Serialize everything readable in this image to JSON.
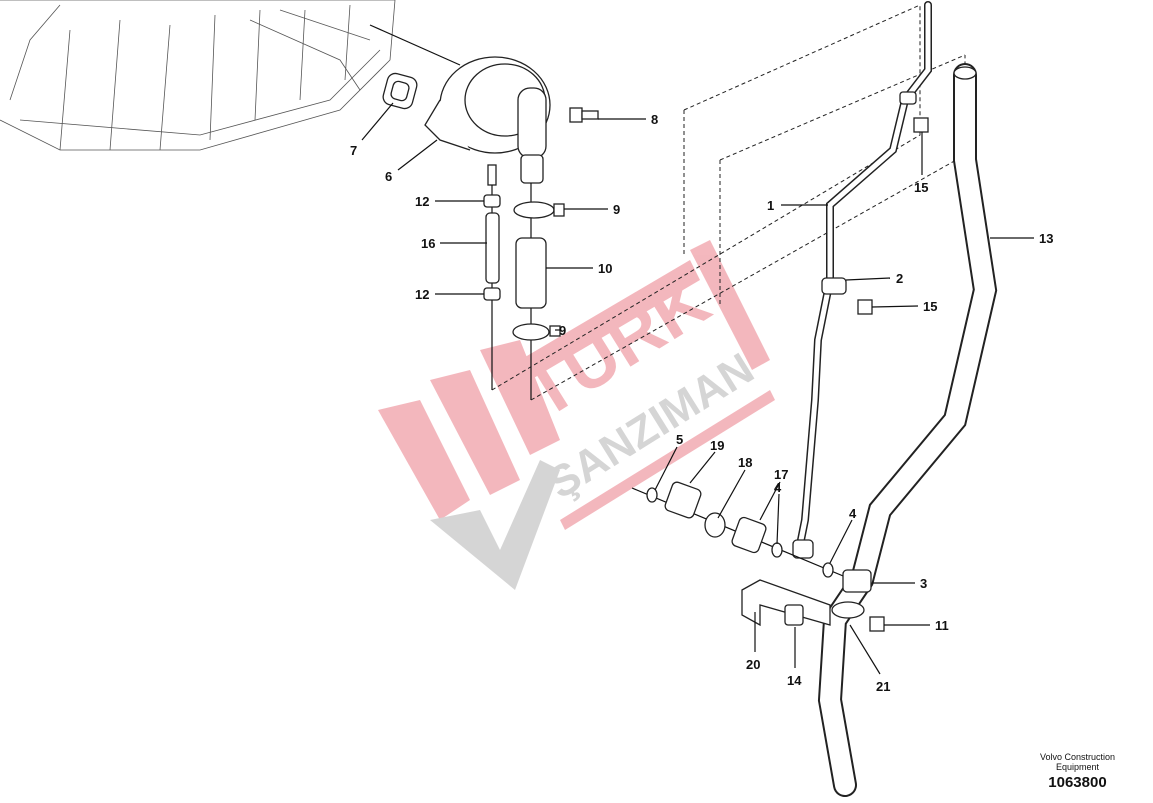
{
  "diagram": {
    "callouts": [
      {
        "id": "7",
        "label": "7"
      },
      {
        "id": "6",
        "label": "6"
      },
      {
        "id": "8",
        "label": "8"
      },
      {
        "id": "12a",
        "label": "12"
      },
      {
        "id": "9a",
        "label": "9"
      },
      {
        "id": "16",
        "label": "16"
      },
      {
        "id": "10",
        "label": "10"
      },
      {
        "id": "12b",
        "label": "12"
      },
      {
        "id": "9b",
        "label": "9"
      },
      {
        "id": "1",
        "label": "1"
      },
      {
        "id": "15a",
        "label": "15"
      },
      {
        "id": "13",
        "label": "13"
      },
      {
        "id": "2",
        "label": "2"
      },
      {
        "id": "15b",
        "label": "15"
      },
      {
        "id": "5",
        "label": "5"
      },
      {
        "id": "19",
        "label": "19"
      },
      {
        "id": "18",
        "label": "18"
      },
      {
        "id": "17",
        "label": "17"
      },
      {
        "id": "4a",
        "label": "4"
      },
      {
        "id": "4b",
        "label": "4"
      },
      {
        "id": "3",
        "label": "3"
      },
      {
        "id": "11",
        "label": "11"
      },
      {
        "id": "20",
        "label": "20"
      },
      {
        "id": "14",
        "label": "14"
      },
      {
        "id": "21",
        "label": "21"
      }
    ]
  },
  "watermark": {
    "line1": "TÜRK",
    "line2": "ŞANZIMAN",
    "colors": {
      "red": "#f0a0a8",
      "grey": "#c8c8c8"
    }
  },
  "footer": {
    "company_line1": "Volvo Construction",
    "company_line2": "Equipment",
    "drawing_number": "1063800"
  }
}
